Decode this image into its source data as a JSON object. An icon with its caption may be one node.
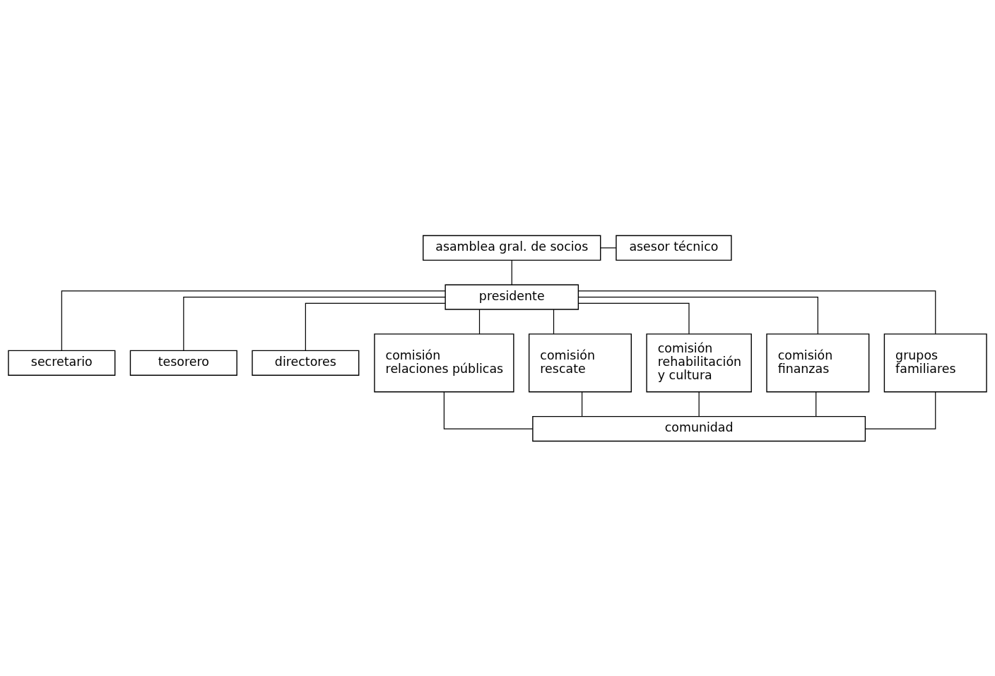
{
  "diagram": {
    "nodes": [
      {
        "text": [
          "asamblea gral. de socios"
        ]
      },
      {
        "text": [
          "asesor técnico"
        ]
      },
      {
        "text": [
          "presidente"
        ]
      },
      {
        "text": [
          "secretario"
        ]
      },
      {
        "text": [
          "tesorero"
        ]
      },
      {
        "text": [
          "directores"
        ]
      },
      {
        "text": [
          "comisión relaciones públicas"
        ]
      },
      {
        "text": [
          "comisión rescate"
        ]
      },
      {
        "text": [
          "comisión rehabilitación y cultura"
        ]
      },
      {
        "text": [
          "comisión finanzas"
        ]
      },
      {
        "text": [
          "grupos familiares"
        ]
      },
      {
        "text": [
          "comunidad"
        ]
      }
    ],
    "edges": [
      {
        "from": 0,
        "to": 1,
        "arrow": "none"
      },
      {
        "from": 0,
        "to": 2,
        "arrow": "none"
      },
      {
        "from": 2,
        "to": 3,
        "arrow": "none"
      },
      {
        "from": 2,
        "to": 4,
        "arrow": "none"
      },
      {
        "from": 2,
        "to": 5,
        "arrow": "none"
      },
      {
        "from": 2,
        "to": 6,
        "arrow": "none"
      },
      {
        "from": 2,
        "to": 7,
        "arrow": "none"
      },
      {
        "from": 2,
        "to": 8,
        "arrow": "none"
      },
      {
        "from": 2,
        "to": 9,
        "arrow": "none"
      },
      {
        "from": 2,
        "to": 10,
        "arrow": "none"
      },
      {
        "from": 6,
        "to": 11,
        "arrow": "none"
      },
      {
        "from": 7,
        "to": 11,
        "arrow": "none"
      },
      {
        "from": 8,
        "to": 11,
        "arrow": "none"
      },
      {
        "from": 9,
        "to": 11,
        "arrow": "none"
      },
      {
        "from": 10,
        "to": 11,
        "arrow": "none"
      }
    ]
  }
}
